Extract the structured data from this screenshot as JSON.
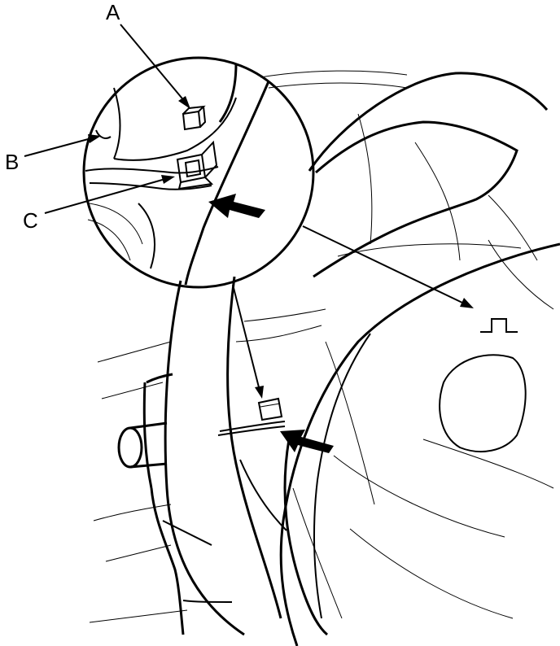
{
  "labels": {
    "a": "A",
    "b": "B",
    "c": "C"
  },
  "colors": {
    "ink": "#000000",
    "paper": "#ffffff"
  },
  "icons": {
    "clip_symbol": "clip-symbol-icon"
  }
}
